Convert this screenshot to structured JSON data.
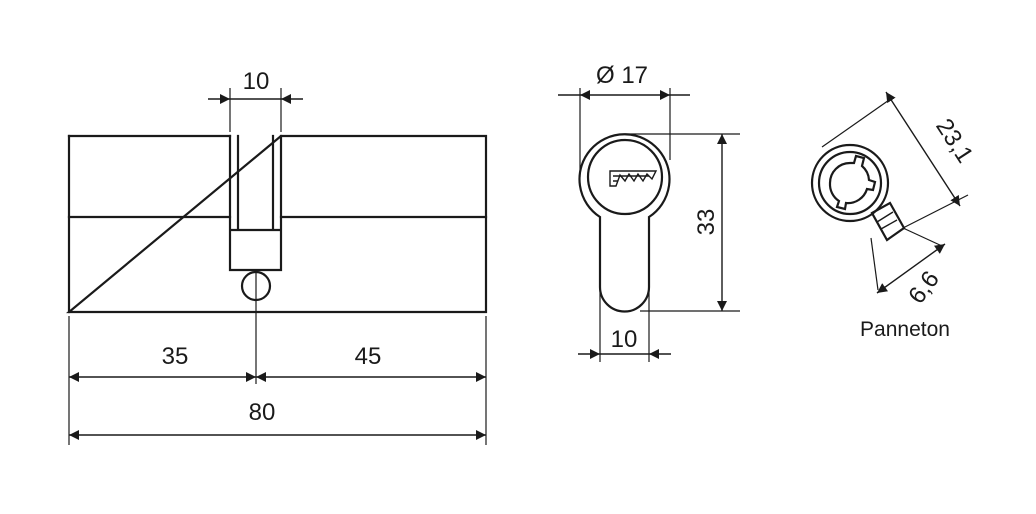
{
  "views": {
    "side": {
      "cam_width": "10",
      "length_left": "35",
      "length_right": "45",
      "length_total": "80"
    },
    "front": {
      "diameter": "Ø 17",
      "height": "33",
      "bottom_width": "10"
    },
    "cam": {
      "caption": "Panneton",
      "length": "23,1",
      "width": "6,6"
    }
  },
  "colors": {
    "line": "#1a1a1a",
    "background": "#ffffff"
  }
}
